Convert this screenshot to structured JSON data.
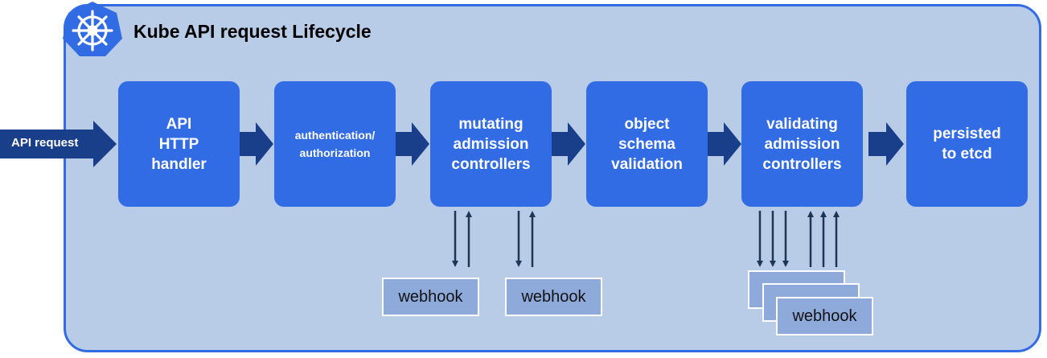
{
  "title": "Kube API request Lifecycle",
  "request_label": "API request",
  "stages": [
    {
      "lines": [
        "API",
        "HTTP",
        "handler"
      ]
    },
    {
      "lines": [
        "authentication/",
        "authorization"
      ]
    },
    {
      "lines": [
        "mutating",
        "admission",
        "controllers"
      ]
    },
    {
      "lines": [
        "object",
        "schema",
        "validation"
      ]
    },
    {
      "lines": [
        "validating",
        "admission",
        "controllers"
      ]
    },
    {
      "lines": [
        "persisted",
        "to etcd"
      ]
    }
  ],
  "webhooks": {
    "mutating_1": "webhook",
    "mutating_2": "webhook",
    "validating": "webhook"
  },
  "colors": {
    "panel_bg": "#b8cce7",
    "border": "#326ce5",
    "stage": "#326ce5",
    "arrow": "#1a3f8a",
    "webhook": "#8eaadb",
    "line_arrows": "#1f3556"
  },
  "icons": {
    "logo": "kubernetes-helm-icon"
  }
}
